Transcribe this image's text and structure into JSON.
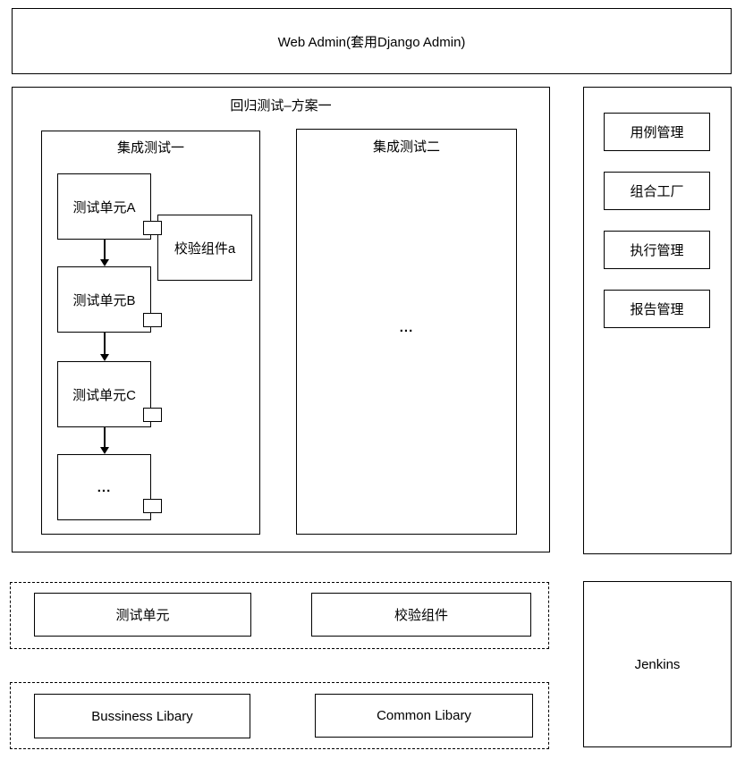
{
  "colors": {
    "line": "#000000",
    "background": "#ffffff",
    "text": "#000000"
  },
  "header": {
    "title": "Web Admin(套用Django Admin)"
  },
  "regression": {
    "title": "回归测试–方案一",
    "integration_one": {
      "title": "集成测试一",
      "units": [
        {
          "label": "测试单元A"
        },
        {
          "label": "测试单元B"
        },
        {
          "label": "测试单元C"
        },
        {
          "label": "..."
        }
      ],
      "validator": {
        "label": "校验组件a"
      }
    },
    "integration_two": {
      "title": "集成测试二",
      "placeholder": "..."
    }
  },
  "sidebar": {
    "items": [
      {
        "label": "用例管理"
      },
      {
        "label": "组合工厂"
      },
      {
        "label": "执行管理"
      },
      {
        "label": "报告管理"
      }
    ]
  },
  "components_row": {
    "items": [
      {
        "label": "测试单元"
      },
      {
        "label": "校验组件"
      }
    ]
  },
  "libraries_row": {
    "items": [
      {
        "label": "Bussiness Libary"
      },
      {
        "label": "Common Libary"
      }
    ]
  },
  "jenkins": {
    "label": "Jenkins"
  }
}
